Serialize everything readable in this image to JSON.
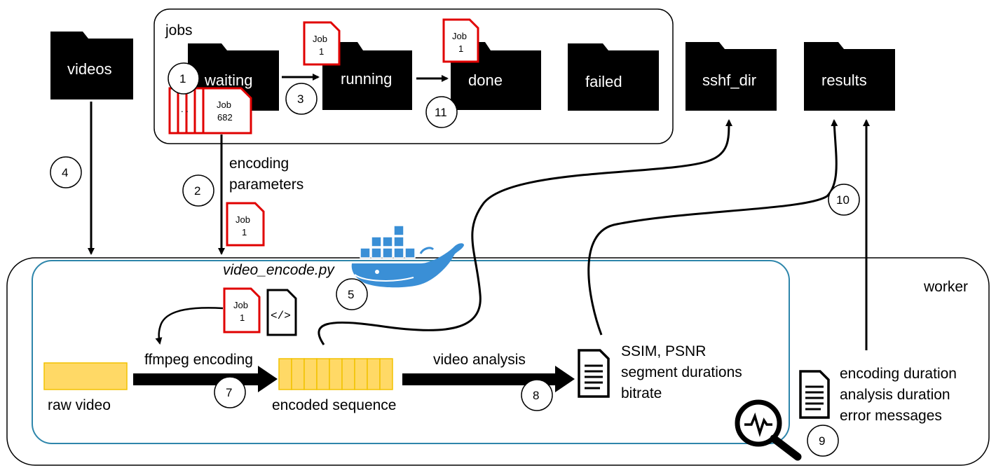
{
  "jobs_box": {
    "label": "jobs"
  },
  "folders": {
    "videos": "videos",
    "waiting": "waiting",
    "running": "running",
    "done": "done",
    "failed": "failed",
    "sshf_dir": "sshf_dir",
    "results": "results"
  },
  "job_cards": {
    "running_card": {
      "title": "Job",
      "number": "1"
    },
    "done_card": {
      "title": "Job",
      "number": "1"
    },
    "waiting_stack_card": {
      "title": "Job",
      "number": "682"
    },
    "stack_fragment": ". .",
    "transfer_card": {
      "title": "Job",
      "number": "1"
    },
    "worker_card": {
      "title": "Job",
      "number": "1"
    }
  },
  "step_numbers": {
    "s1": "1",
    "s2": "2",
    "s3": "3",
    "s4": "4",
    "s5": "5",
    "s7": "7",
    "s8": "8",
    "s9": "9",
    "s10": "10",
    "s11": "11"
  },
  "labels": {
    "encoding_params_line1": "encoding",
    "encoding_params_line2": "parameters",
    "worker": "worker",
    "script": "video_encode.py",
    "code_icon_text": "</>",
    "ffmpeg": "ffmpeg encoding",
    "raw_video": "raw video",
    "encoded_sequence": "encoded sequence",
    "video_analysis": "video analysis",
    "metrics": [
      "SSIM, PSNR",
      "segment durations",
      "bitrate"
    ],
    "logs": [
      "encoding duration",
      "analysis duration",
      "error messages"
    ]
  },
  "colors": {
    "folder": "#000000",
    "job_card_border": "#e00000",
    "video_fill": "#ffd966",
    "video_border": "#f2c200",
    "inner_box_border": "#2e86ab",
    "docker_blue": "#3a8fd6"
  }
}
